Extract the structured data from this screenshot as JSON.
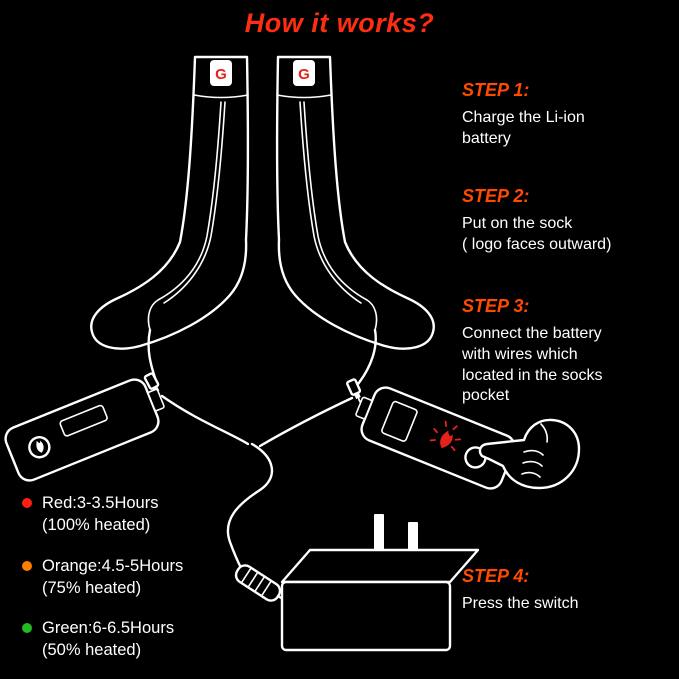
{
  "title": "How it works?",
  "logo": {
    "letter": "G"
  },
  "steps": [
    {
      "label": "STEP 1:",
      "text": "Charge the Li-ion\nbattery"
    },
    {
      "label": "STEP 2:",
      "text": "Put on the sock\n( logo faces outward)"
    },
    {
      "label": "STEP 3:",
      "text": "Connect the battery\nwith wires which\nlocated in the socks\npocket"
    },
    {
      "label": "STEP 4:",
      "text": "Press the switch"
    }
  ],
  "legend": [
    {
      "color": "#ff1f10",
      "label": "Red:3-3.5Hours\n(100% heated)"
    },
    {
      "color": "#ff7d00",
      "label": "Orange:4.5-5Hours\n(75% heated)"
    },
    {
      "color": "#22bb22",
      "label": "Green:6-6.5Hours\n(50% heated)"
    }
  ],
  "colors": {
    "background": "#000000",
    "line": "#ffffff",
    "title": "#ff2d12",
    "step": "#ff4a00",
    "flame": "#e5231b"
  }
}
